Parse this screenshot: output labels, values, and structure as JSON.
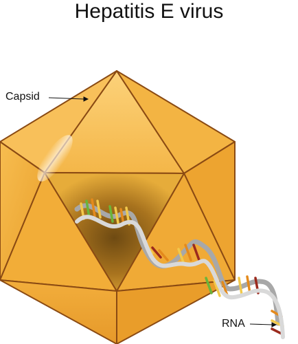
{
  "title": "Hepatitis E virus",
  "labels": {
    "capsid": "Capsid",
    "rna": "RNA"
  },
  "colors": {
    "capsid_light": "#fbcc6a",
    "capsid_mid": "#f5b342",
    "capsid_dark": "#e59d26",
    "capsid_edge": "#8a4a13",
    "cavity_dark": "#6e4a12",
    "rna_backbone": "#c7c7c7",
    "rna_base_yellow": "#f2c94c",
    "rna_base_orange": "#e48a1c",
    "rna_base_green": "#6ab43a",
    "rna_base_red": "#9b2a1d"
  }
}
